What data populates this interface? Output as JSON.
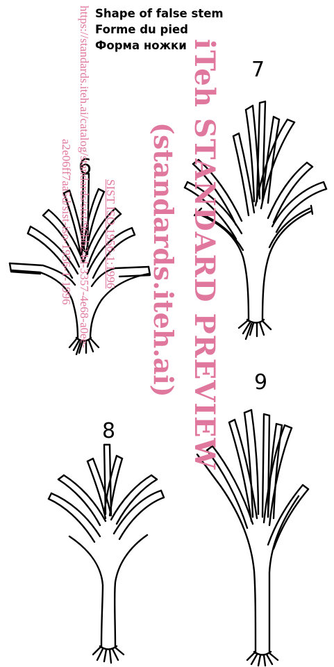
{
  "caption": {
    "line_en": "Shape of false stem",
    "line_fr": "Forme du pied",
    "line_ru": "Форма ножки"
  },
  "figures": {
    "fig6": "6",
    "fig7": "7",
    "fig8": "8",
    "fig9": "9"
  },
  "watermark": {
    "title": "iTeh STANDARD PREVIEW",
    "site": "(standards.iteh.ai)",
    "std": "SIST ISO 1956-1:1996",
    "url_part1": "https://standards.iteh.ai/catalog/standards/sist/96bb24d-3357-4e68-a0ee-",
    "url_part2": "a2e06ff7aa5d/sist-iso-1956-1-1996"
  }
}
